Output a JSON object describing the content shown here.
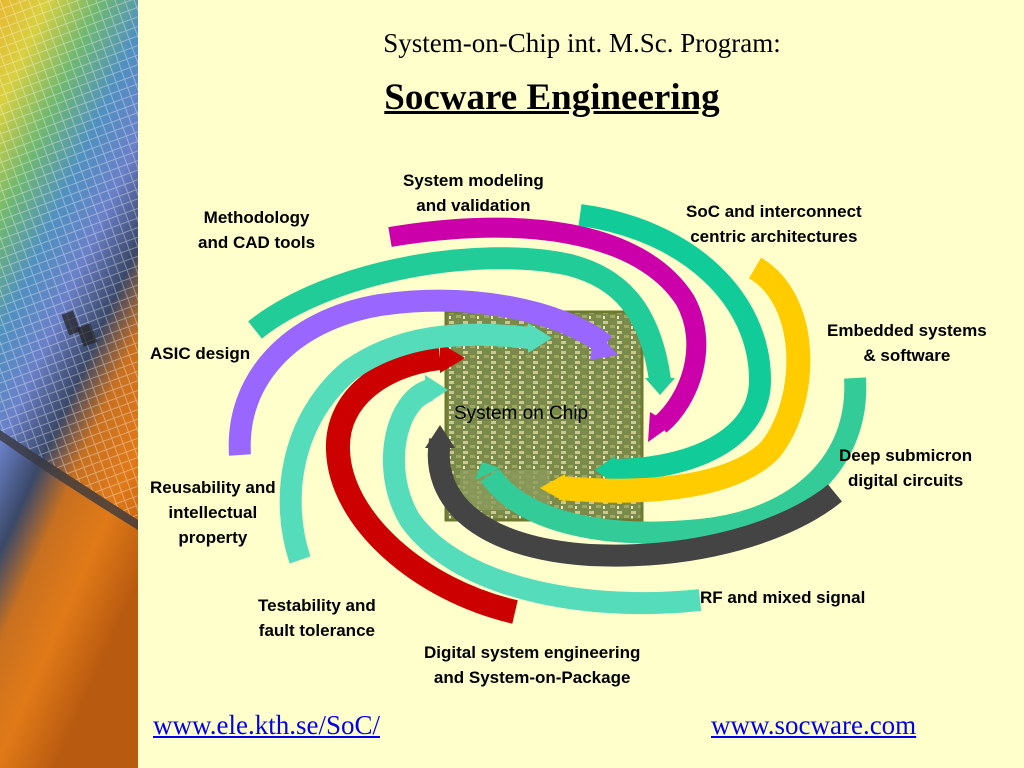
{
  "header": {
    "subtitle": "System-on-Chip int. M.Sc. Program:",
    "title": "Socware Engineering"
  },
  "center": {
    "label": "System on Chip"
  },
  "topics": [
    {
      "line1": "System modeling",
      "line2": "and validation",
      "color": "#CC00AA"
    },
    {
      "line1": "SoC and interconnect",
      "line2": "centric architectures",
      "color": "#11CC99"
    },
    {
      "line1": "Embedded systems",
      "line2": "& software",
      "color": "#FFCC00"
    },
    {
      "line1": "Deep submicron",
      "line2": "digital circuits",
      "color": "#33CC99"
    },
    {
      "line1": "RF and mixed signal",
      "line2": "",
      "color": "#444444"
    },
    {
      "line1": "Digital system engineering",
      "line2": "and System-on-Package",
      "color": "#55DDBB"
    },
    {
      "line1": "Testability and",
      "line2": "fault tolerance",
      "color": "#CC0000"
    },
    {
      "line1": "Reusability and",
      "line2": "intellectual",
      "line3": "property",
      "color": "#55DDBB"
    },
    {
      "line1": "ASIC design",
      "line2": "",
      "color": "#9966FF"
    },
    {
      "line1": "Methodology",
      "line2": "and CAD tools",
      "color": "#22CC99"
    }
  ],
  "links": {
    "left": "www.ele.kth.se/SoC/",
    "right": "www.socware.com"
  },
  "colors": {
    "background": "#FFFFCC",
    "link": "#0000EE"
  }
}
